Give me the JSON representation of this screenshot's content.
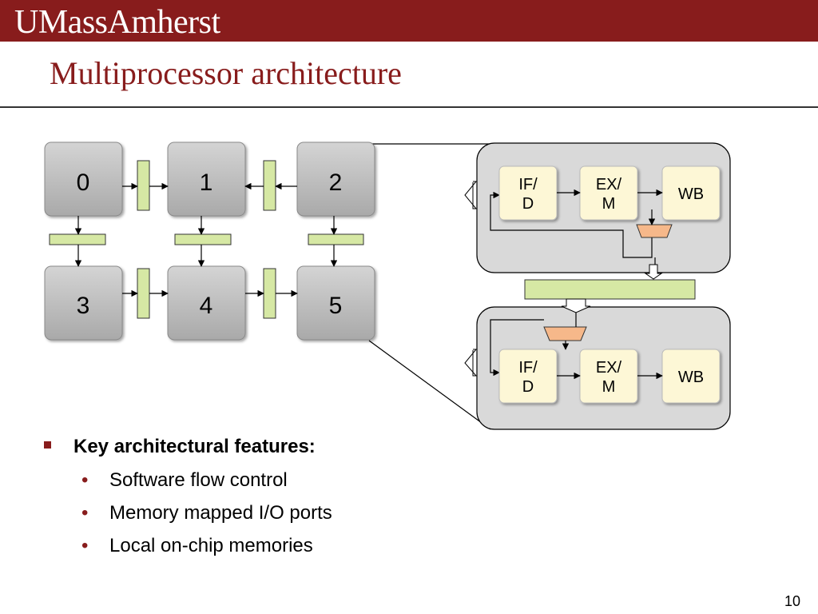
{
  "header": {
    "logo_text": "UMassAmherst"
  },
  "slide": {
    "title": "Multiprocessor architecture",
    "page_number": "10"
  },
  "diagram": {
    "processors": [
      "0",
      "1",
      "2",
      "3",
      "4",
      "5"
    ],
    "pipeline_top": {
      "stages": [
        "IF/\nD",
        "EX/\nM",
        "WB"
      ]
    },
    "pipeline_bottom": {
      "stages": [
        "IF/\nD",
        "EX/\nM",
        "WB"
      ]
    },
    "colors": {
      "header": "#881c1c",
      "processor_fill": "#bfbfbf",
      "link_fill": "#d6e8a4",
      "stage_fill": "#fdf7d6",
      "mux_fill": "#f6b88a",
      "pipeline_panel": "#d9d9d9"
    }
  },
  "bullets": {
    "heading": "Key architectural features:",
    "items": [
      "Software flow control",
      "Memory mapped I/O ports",
      "Local on-chip memories"
    ]
  }
}
